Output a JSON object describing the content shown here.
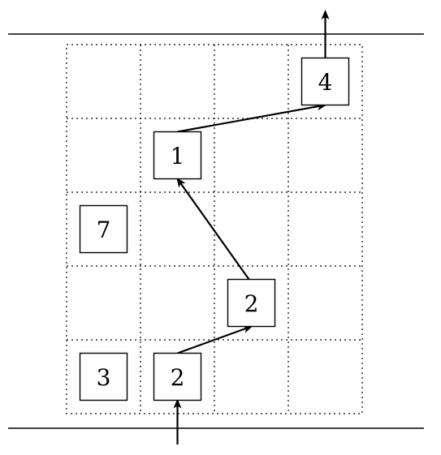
{
  "grid": {
    "cols": 4,
    "rows": 5
  },
  "boxes": [
    {
      "id": "box-4",
      "label": "4",
      "col": 3,
      "row": 0
    },
    {
      "id": "box-1",
      "label": "1",
      "col": 1,
      "row": 1
    },
    {
      "id": "box-7",
      "label": "7",
      "col": 0,
      "row": 2
    },
    {
      "id": "box-2-upper",
      "label": "2",
      "col": 2,
      "row": 3
    },
    {
      "id": "box-3",
      "label": "3",
      "col": 0,
      "row": 4
    },
    {
      "id": "box-2-lower",
      "label": "2",
      "col": 1,
      "row": 4
    }
  ],
  "path": [
    "entry",
    "box-2-lower",
    "box-2-upper",
    "box-1",
    "box-4",
    "exit"
  ],
  "colors": {
    "ink": "#000000",
    "background": "#ffffff"
  }
}
